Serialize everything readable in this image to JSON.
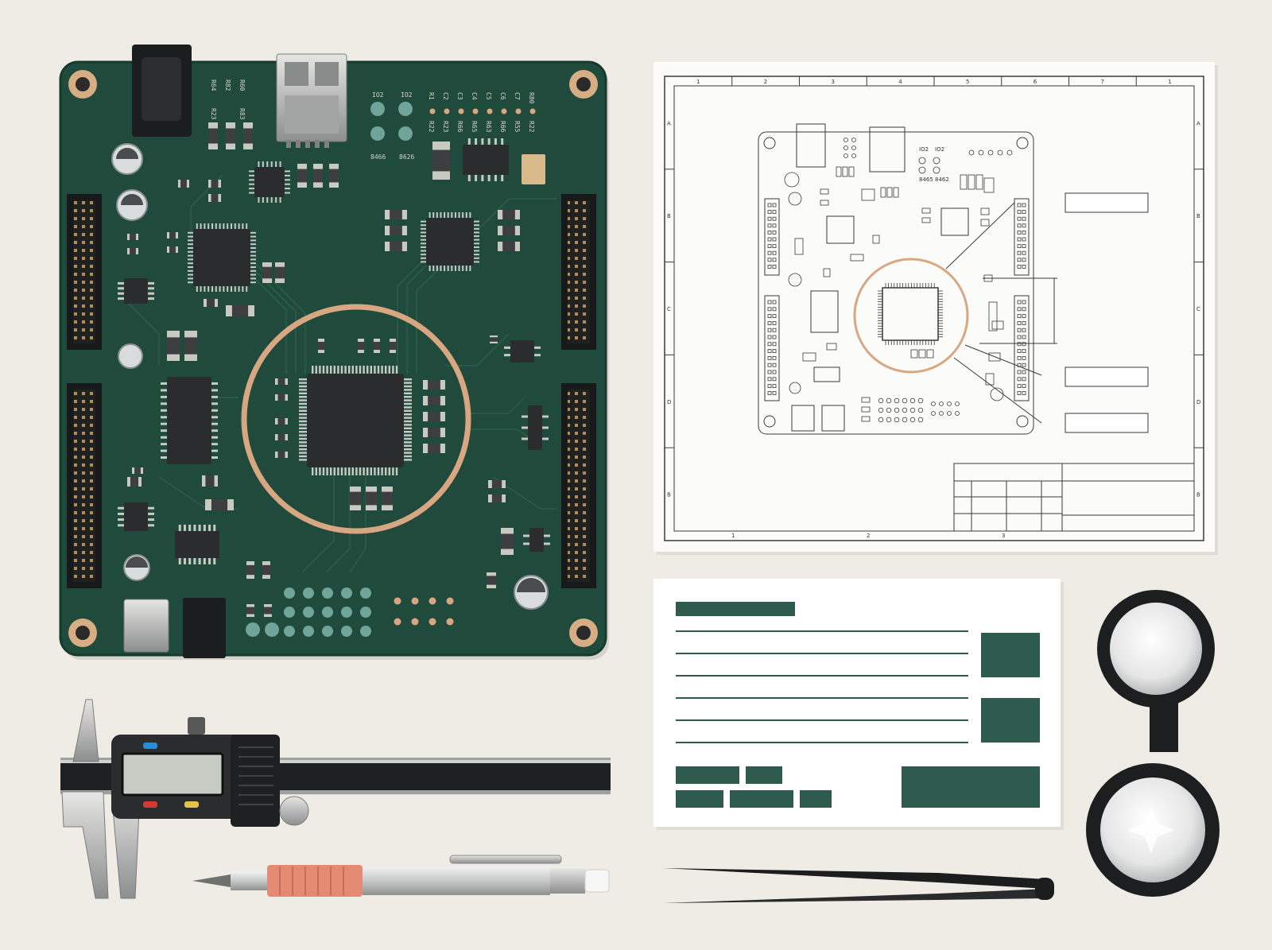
{
  "colors": {
    "background": "#efebe5",
    "pcb": "#1f4a3c",
    "pcb_edge": "#173a2f",
    "copper": "#d8a782",
    "chip": "#2a2c2d",
    "drawing_line": "#3a3a3a",
    "card_accent": "#2f5a4e",
    "pencil_grip": "#e58a73"
  },
  "pcb": {
    "silkscreen": {
      "top_left_row1": [
        "R64",
        "R82",
        "R60"
      ],
      "top_left_row2": [
        "R23",
        "R83"
      ],
      "io_labels": [
        "IO2",
        "IO2"
      ],
      "io_bottom": [
        "8466",
        "8626"
      ],
      "right_row1": [
        "R1",
        "C2",
        "C3",
        "C4",
        "C5",
        "C6",
        "C7",
        "R80"
      ],
      "right_row2": [
        "R22",
        "R23",
        "R66",
        "R65",
        "R63",
        "R66",
        "R55",
        "R22"
      ]
    }
  },
  "drawing": {
    "column_numbers": [
      "1",
      "2",
      "3",
      "4",
      "5",
      "6",
      "7",
      "1"
    ],
    "row_letters": [
      "A",
      "B",
      "C",
      "D",
      "B"
    ],
    "bottom_numbers": [
      "1",
      "2",
      "3"
    ],
    "chip_labels": [
      "IO2",
      "IO2",
      "8465",
      "8462"
    ]
  },
  "icons": {
    "pcb": "circuit-board-icon",
    "drawing": "technical-drawing-icon",
    "card": "spec-card-icon",
    "caliper": "digital-caliper-icon",
    "pencil": "mechanical-pencil-icon",
    "tweezers": "tweezers-icon",
    "magnifier": "magnifier-icon"
  }
}
